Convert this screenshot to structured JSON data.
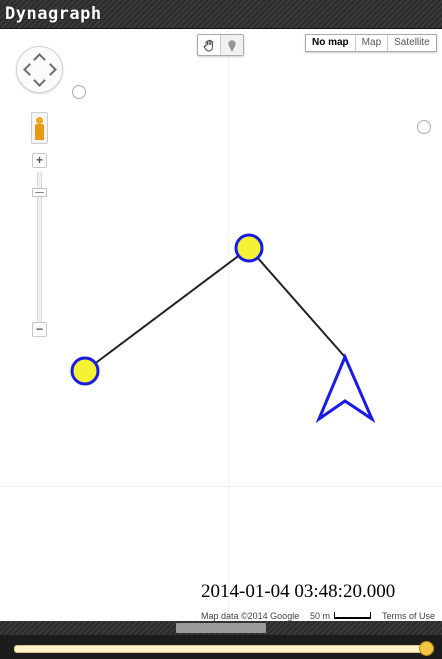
{
  "app": {
    "title": "Dynagraph"
  },
  "map_tools": {
    "hand_icon": "hand-icon",
    "marker_icon": "marker-icon"
  },
  "map_types": {
    "items": [
      "No map",
      "Map",
      "Satellite"
    ],
    "active": "No map"
  },
  "zoom": {
    "plus": "+",
    "minus": "−"
  },
  "timestamp": "2014-01-04 03:48:20.000",
  "footer": {
    "attribution": "Map data ©2014 Google",
    "scale": "50 m",
    "terms": "Terms of Use"
  },
  "colors": {
    "marker_fill": "#f5f234",
    "marker_stroke": "#1a1ae6",
    "path": "#222222",
    "slider_thumb": "#f4c542"
  },
  "playback": {
    "slider_position": 1.0
  }
}
